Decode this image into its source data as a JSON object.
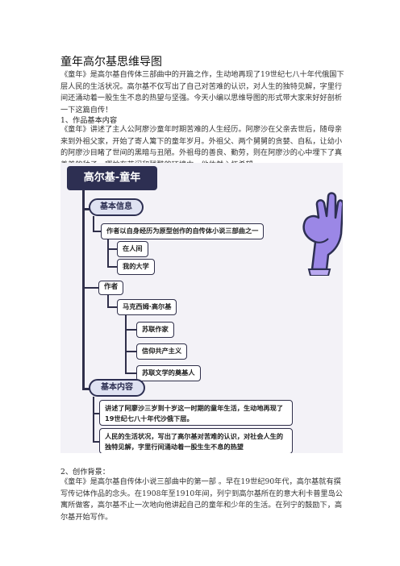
{
  "doc": {
    "title": "童年高尔基思维导图",
    "intro": "《童年》是高尔基自传体三部曲中的开篇之作，生动地再现了19世纪七八十年代俄国下层人民的生活状况。高尔基不仅写出了自己对苦难的认识，对人生的独特见解，字里行间还涌动着一股生生不息的热望与坚强。今天小编以思维导图的形式带大家来好好剖析一下这篇自传！",
    "section1_heading": "1、作品基本内容",
    "section1_text": "《童年》讲述了主人公阿廖沙童年时期苦难的人生经历。阿廖沙在父亲去世后，随母亲来到外祖父家，开始了寄人篱下的童年岁月。外祖父、两个舅舅的贪婪、自私，让幼小的阿廖沙目睹了世间的黑暗与丑陋。外祖母的善良、勤劳，则在阿廖沙的心中埋下了真善美的种子。哪怕在苦闷和残酷的环境中，他依然心怀希望。",
    "section2_heading": "2、创作背景：",
    "section2_text": "《童年》是高尔基自传体小说三部曲中的第一部 。早在19世纪90年代，高尔基就有撰写传记体作品的念头。在1908年至1910年间，列宁到高尔基所在的意大利卡普里岛公寓所做客，高尔基不止一次地向他讲起自己的童年和少年的生活。在列宁的鼓励下，高尔基开始写作。"
  },
  "mindmap": {
    "root": "高尔基-童年",
    "branch1": {
      "label": "基本信息",
      "work": "作者以自身经历为原型创作的自传体小说三部曲之一",
      "works_children": [
        "在人间",
        "我的大学"
      ]
    },
    "branch2": {
      "label": "作者",
      "name": "马克西姆·高尔基",
      "children": [
        "苏联作家",
        "信仰共产主义",
        "苏联文学的奠基人"
      ]
    },
    "branch3": {
      "label": "基本内容",
      "items": [
        "讲述了阿廖沙三岁到十岁这一时期的童年生活，生动地再现了19世纪七八十年代沙俄下层。",
        "人民的生活状况，写出了高尔基对苦难的认识，对社会人生的独特见解，字里行间涌动着一股生生不息的热望"
      ]
    },
    "colors": {
      "dark": "#2d2f52",
      "pill_fill": "#dfe2f2",
      "background": "#f3f2f7",
      "mascot": "#9b87e6"
    }
  }
}
